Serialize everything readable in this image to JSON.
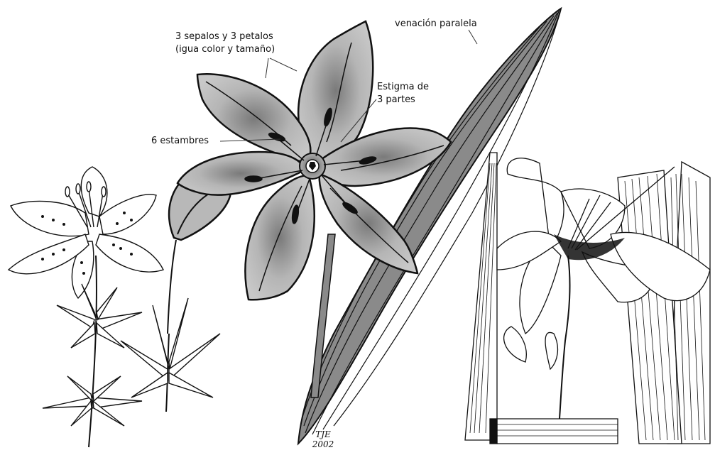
{
  "labels": {
    "sepals_petals_line1": "3 sepalos y 3 petalos",
    "sepals_petals_line2": "(igua color y tamaño)",
    "venation": "venación paralela",
    "stigma_line1": "Estigma de",
    "stigma_line2": "3 partes",
    "stamens": "6 estambres"
  },
  "signature": {
    "initials": "TJE",
    "year": "2002"
  },
  "colors": {
    "petal_fill": "#b8b8b8",
    "leaf_fill": "#8c8c8c",
    "ink": "#111111",
    "background": "#ffffff"
  }
}
